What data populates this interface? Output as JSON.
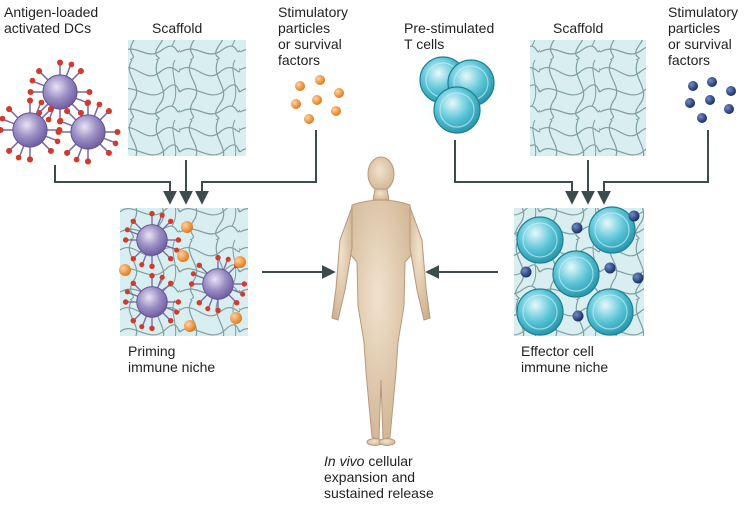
{
  "labels": {
    "dc": "Antigen-loaded\nactivated DCs",
    "scaffold_left": "Scaffold",
    "stim_left": "Stimulatory\nparticles\nor survival\nfactors",
    "tcells": "Pre-stimulated\nT cells",
    "scaffold_right": "Scaffold",
    "stim_right": "Stimulatory\nparticles\nor survival\nfactors",
    "priming_niche": "Priming\nimmune niche",
    "effector_niche": "Effector cell\nimmune niche",
    "invivo_italic": "In vivo",
    "invivo_rest": " cellular\nexpansion and\nsustained release"
  },
  "colors": {
    "dc_purple": "#9b8ec4",
    "dc_spike": "#d33a2c",
    "particle_orange": "#f08a24",
    "particle_navy": "#1f3b7a",
    "tcell_cyan": "#5cc6d8",
    "scaffold_bg": "#d9eef0",
    "fiber": "#7f9e9f",
    "arrow": "#3c4b4c",
    "human_skin": "#dcc4a6"
  },
  "icons": [
    "dendritic-cell-icon",
    "scaffold-mesh-icon",
    "particle-cluster-icon",
    "t-cell-icon",
    "human-figure-icon"
  ]
}
